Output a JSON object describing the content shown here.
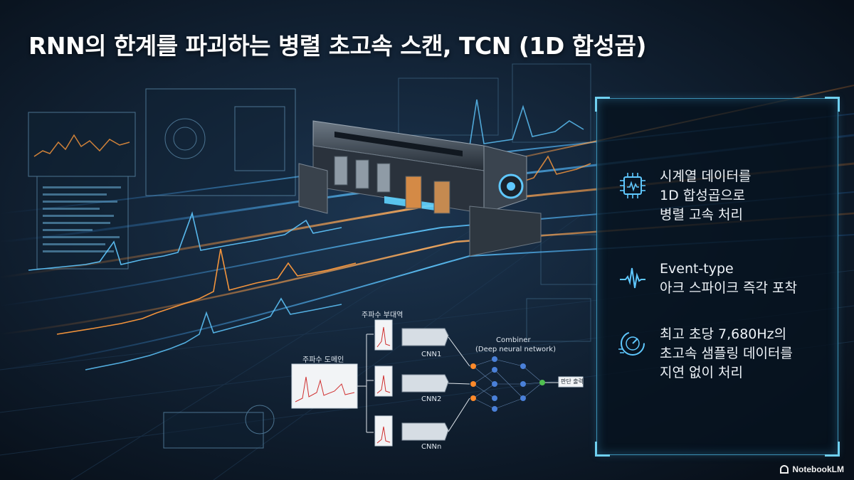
{
  "title": "RNN의 한계를 파괴하는 병렬 초고속 스캔, TCN (1D 합성곱)",
  "features": [
    {
      "icon": "chip-icon",
      "lines": [
        "시계열 데이터를",
        "1D 합성곱으로",
        "병렬 고속 처리"
      ]
    },
    {
      "icon": "spike-waveform-icon",
      "lines": [
        "Event-type",
        "아크 스파이크 즉각 포착"
      ]
    },
    {
      "icon": "speed-gauge-icon",
      "lines": [
        "최고 초당 7,680Hz의",
        "초고속 샘플링 데이터를",
        "지연 없이 처리"
      ]
    }
  ],
  "diagram": {
    "input_label": "주파수 도메인",
    "subband_label": "주파수 부대역",
    "combiner_title": "Combiner",
    "combiner_subtitle": "(Deep neural network)",
    "cnn_labels": [
      "CNN1",
      "CNN2",
      "CNNn"
    ],
    "output_label": "판단 출력"
  },
  "brand": "NotebookLM",
  "colors": {
    "accent_cyan": "#4fc3f7",
    "accent_orange": "#ff9a3c",
    "panel_border": "#3a8fb3"
  }
}
